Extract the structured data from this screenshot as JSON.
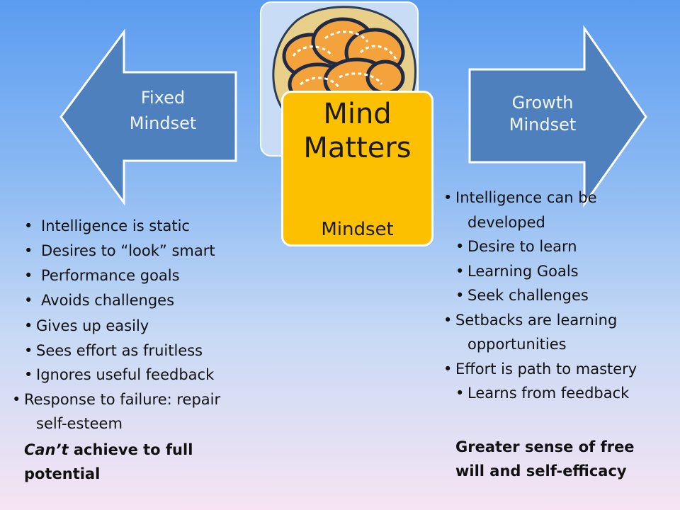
{
  "left_arrow": {
    "line1": "Fixed",
    "line2": "Mindset"
  },
  "right_arrow": {
    "line1": "Growth",
    "line2": "Mindset"
  },
  "center": {
    "title_line1": "Mind",
    "title_line2": "Matters",
    "subtitle": "Mindset"
  },
  "fixed_traits_top": [
    "Intelligence is static",
    "Desires to “look”  smart",
    "Performance goals",
    "Avoids challenges"
  ],
  "fixed_traits_bottom": [
    "Gives up easily",
    "Sees effort as fruitless",
    "Ignores useful feedback",
    "Response to failure: repair self-esteem"
  ],
  "fixed_conclusion": {
    "italic": "Can’t",
    "rest": " achieve to full potential"
  },
  "growth_traits": [
    "Intelligence can be developed",
    "Desire to learn",
    "Learning Goals",
    "Seek challenges",
    "Setbacks are learning opportunities",
    "Effort is path to mastery",
    "Learns from feedback"
  ],
  "growth_conclusion": "Greater sense of free will and self-efficacy",
  "colors": {
    "arrow_fill": "#4e80bd",
    "center_box": "#fdc000",
    "brain_card": "#c8dcf5",
    "background_top": "#5b9cf0",
    "background_bottom": "#f6e4f3"
  },
  "icons": {
    "brain": "brain-icon"
  }
}
